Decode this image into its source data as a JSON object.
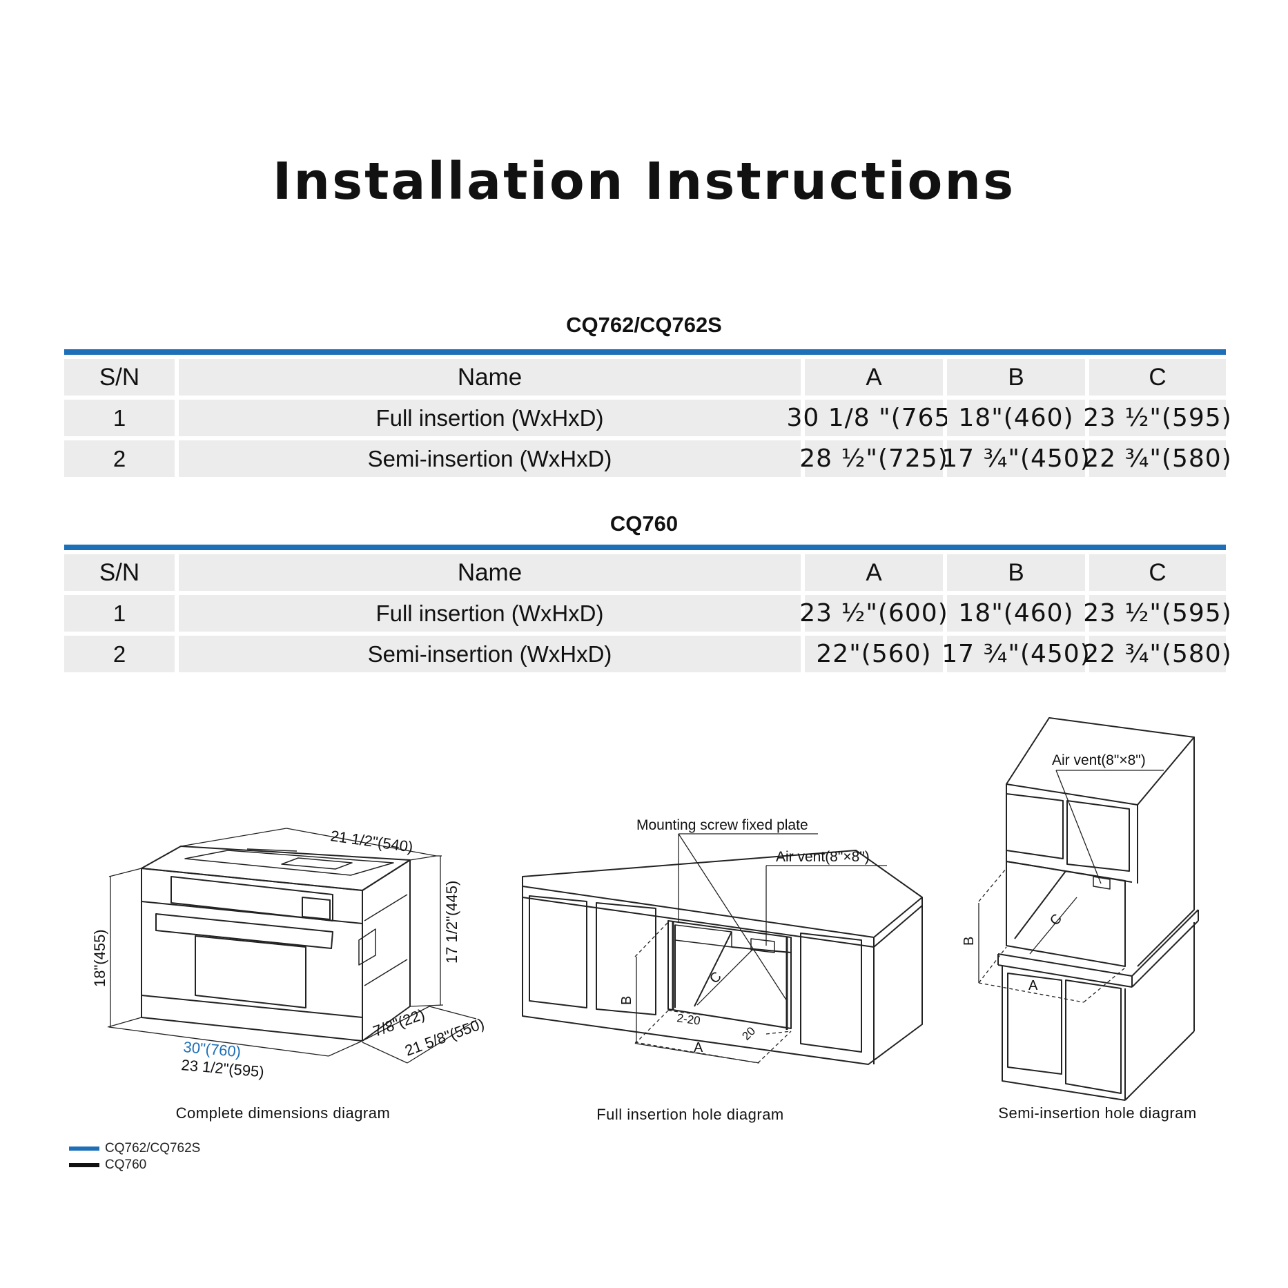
{
  "title": "Installation Instructions",
  "tables": [
    {
      "caption": "CQ762/CQ762S",
      "headers": {
        "sn": "S/N",
        "name": "Name",
        "a": "A",
        "b": "B",
        "c": "C"
      },
      "rows": [
        {
          "sn": "1",
          "name": "Full  insertion (WxHxD)",
          "a": "30 1/8 \"(765)",
          "b": "18\"(460)",
          "c": "23 ½\"(595)"
        },
        {
          "sn": "2",
          "name": "Semi-insertion (WxHxD)",
          "a": "28 ½\"(725)",
          "b": "17 ¾\"(450)",
          "c": "22 ¾\"(580)"
        }
      ]
    },
    {
      "caption": "CQ760",
      "headers": {
        "sn": "S/N",
        "name": "Name",
        "a": "A",
        "b": "B",
        "c": "C"
      },
      "rows": [
        {
          "sn": "1",
          "name": "Full  insertion (WxHxD)",
          "a": "23 ½\"(600)",
          "b": "18\"(460)",
          "c": "23 ½\"(595)"
        },
        {
          "sn": "2",
          "name": "Semi-insertion (WxHxD)",
          "a": "22\"(560)",
          "b": "17 ¾\"(450)",
          "c": "22 ¾\"(580)"
        }
      ]
    }
  ],
  "diagrams": {
    "complete": {
      "caption": "Complete dimensions diagram",
      "dim_top": "21 1/2\"(540)",
      "dim_right_height": "17 1/2\"(445)",
      "dim_left_height": "18\"(455)",
      "dim_width_blue": "30\"(760)",
      "dim_width_black": "23 1/2\"(595)",
      "dim_front_depth": "7/8\"(22)",
      "dim_depth": "21 5/8\"(550)"
    },
    "full": {
      "caption": "Full insertion hole diagram",
      "label_plate": "Mounting screw fixed plate",
      "label_vent": "Air vent(8\"×8\")",
      "dim_a": "A",
      "dim_b": "B",
      "dim_c": "C",
      "dim_gap": "2-20",
      "dim_20": "20"
    },
    "semi": {
      "caption": "Semi-insertion hole diagram",
      "label_vent": "Air vent(8\"×8\")",
      "dim_a": "A",
      "dim_b": "B",
      "dim_c": "C"
    }
  },
  "legend": [
    {
      "label": "CQ762/CQ762S",
      "color": "#1d6fb8"
    },
    {
      "label": "CQ760",
      "color": "#111111"
    }
  ]
}
